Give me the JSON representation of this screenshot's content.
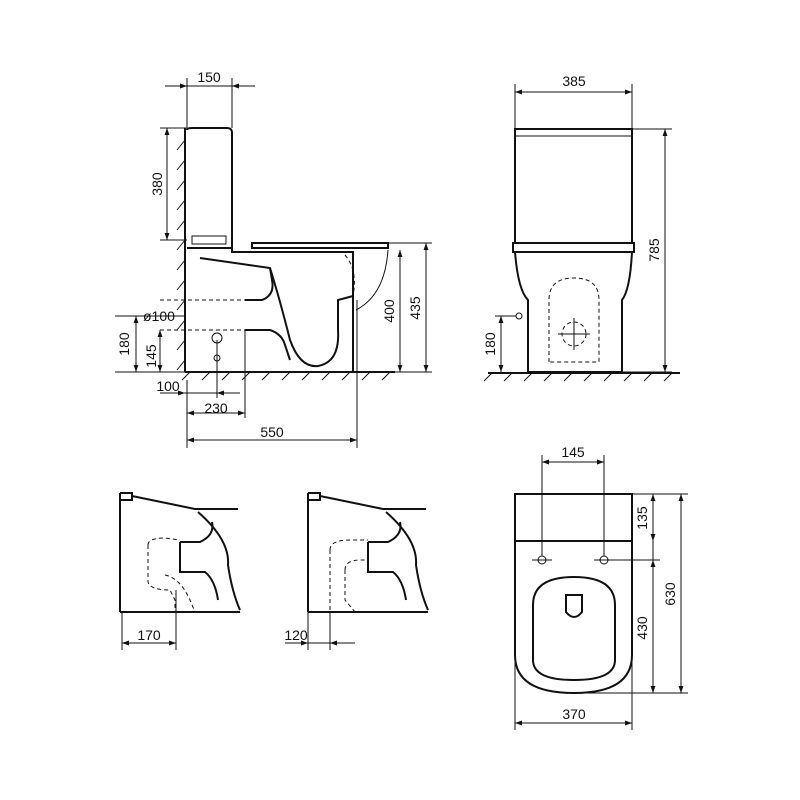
{
  "views": {
    "side": {
      "dims": {
        "tank_depth": "150",
        "tank_height": "380",
        "pipe_diameter": "ø100",
        "inlet_height": "180",
        "outlet_height": "145",
        "inlet_offset": "100",
        "outlet_offset": "230",
        "overall_length": "550",
        "seat_height": "400",
        "rim_height": "435"
      }
    },
    "front": {
      "dims": {
        "width": "385",
        "overall_height": "785",
        "inlet_height": "180"
      }
    },
    "variant_a": {
      "dims": {
        "wall_offset": "170"
      }
    },
    "variant_b": {
      "dims": {
        "wall_offset": "120"
      }
    },
    "top": {
      "dims": {
        "hole_spacing": "145",
        "hole_offset": "135",
        "overall_depth": "630",
        "bowl_depth": "430",
        "width": "370"
      }
    }
  }
}
